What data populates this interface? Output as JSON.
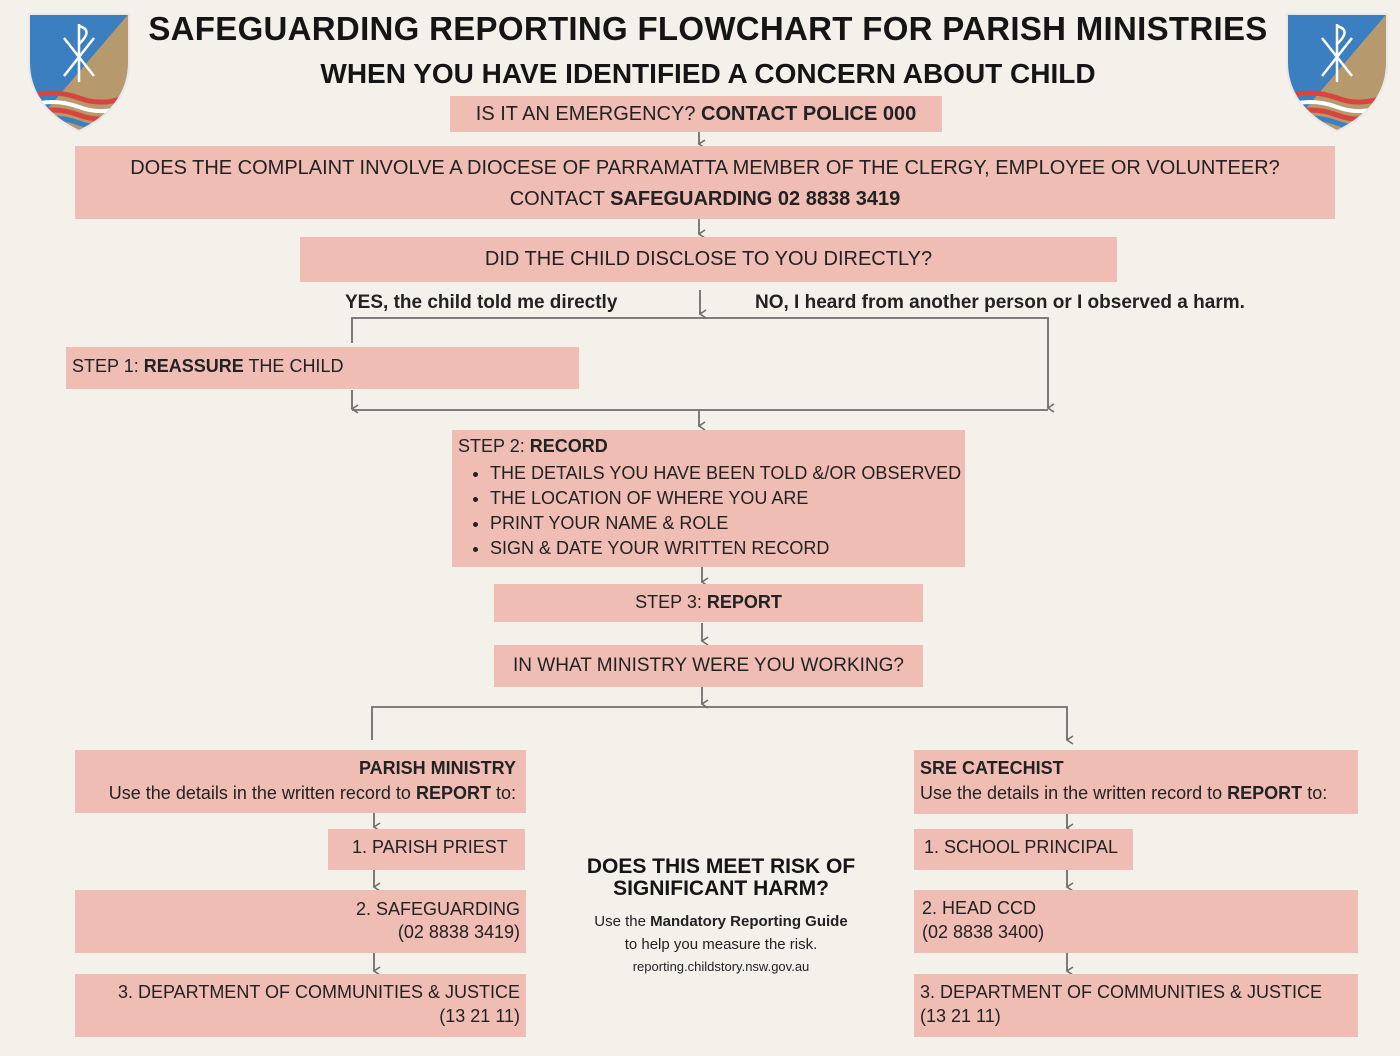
{
  "header": {
    "title": "SAFEGUARDING REPORTING FLOWCHART FOR PARISH MINISTRIES",
    "subtitle": "WHEN YOU HAVE IDENTIFIED A CONCERN ABOUT CHILD"
  },
  "emergency": {
    "question": "IS IT AN EMERGENCY?",
    "action": "CONTACT POLICE 000"
  },
  "involve": {
    "question": "DOES THE COMPLAINT INVOLVE A DIOCESE OF PARRAMATTA MEMBER OF THE CLERGY, EMPLOYEE OR VOLUNTEER?",
    "contact_prefix": "CONTACT",
    "contact": "SAFEGUARDING 02 8838 3419"
  },
  "disclose": {
    "question": "DID THE CHILD DISCLOSE TO YOU DIRECTLY?",
    "yes": "YES, the child told me directly",
    "no": "NO, I heard from another person or I observed a harm."
  },
  "step1": {
    "prefix": "STEP 1:",
    "bold": "REASSURE",
    "rest": "THE CHILD"
  },
  "step2": {
    "prefix": "STEP 2:",
    "bold": "RECORD",
    "items": [
      "THE DETAILS YOU HAVE BEEN TOLD &/OR OBSERVED",
      "THE LOCATION OF WHERE YOU ARE",
      "PRINT YOUR NAME & ROLE",
      "SIGN & DATE YOUR WRITTEN RECORD"
    ]
  },
  "step3": {
    "prefix": "STEP 3:",
    "bold": "REPORT"
  },
  "ministry_q": "IN WHAT MINISTRY WERE YOU WORKING?",
  "parish": {
    "heading": "PARISH MINISTRY",
    "instr_prefix": "Use the details in the written record to",
    "instr_bold": "REPORT",
    "instr_suffix": "to:",
    "item1": "1. PARISH PRIEST",
    "item2_line1": "2. SAFEGUARDING",
    "item2_line2": "(02 8838 3419)",
    "item3_line1": "3. DEPARTMENT OF COMMUNITIES & JUSTICE",
    "item3_line2": "(13 21 11)"
  },
  "sre": {
    "heading": "SRE CATECHIST",
    "instr_prefix": "Use the details in the written record to",
    "instr_bold": "REPORT",
    "instr_suffix": "to:",
    "item1": "1. SCHOOL PRINCIPAL",
    "item2_line1": "2. HEAD CCD",
    "item2_line2": "(02 8838 3400)",
    "item3_line1": "3. DEPARTMENT OF COMMUNITIES & JUSTICE",
    "item3_line2": "(13 21 11)"
  },
  "risk": {
    "heading_line1": "DOES THIS MEET RISK OF",
    "heading_line2": "SIGNIFICANT HARM?",
    "line1_prefix": "Use the",
    "line1_bold": "Mandatory Reporting Guide",
    "line2": "to help you measure the risk.",
    "url": "reporting.childstory.nsw.gov.au"
  },
  "logo": {
    "icon": "chi-rho-shield-icon"
  },
  "colors": {
    "background": "#f4f0ea",
    "box": "#f0bdb5",
    "line": "#6e6e6e",
    "shield_blue": "#3c7fc0",
    "shield_gold": "#b69a6e",
    "wave_red": "#d9443f"
  }
}
